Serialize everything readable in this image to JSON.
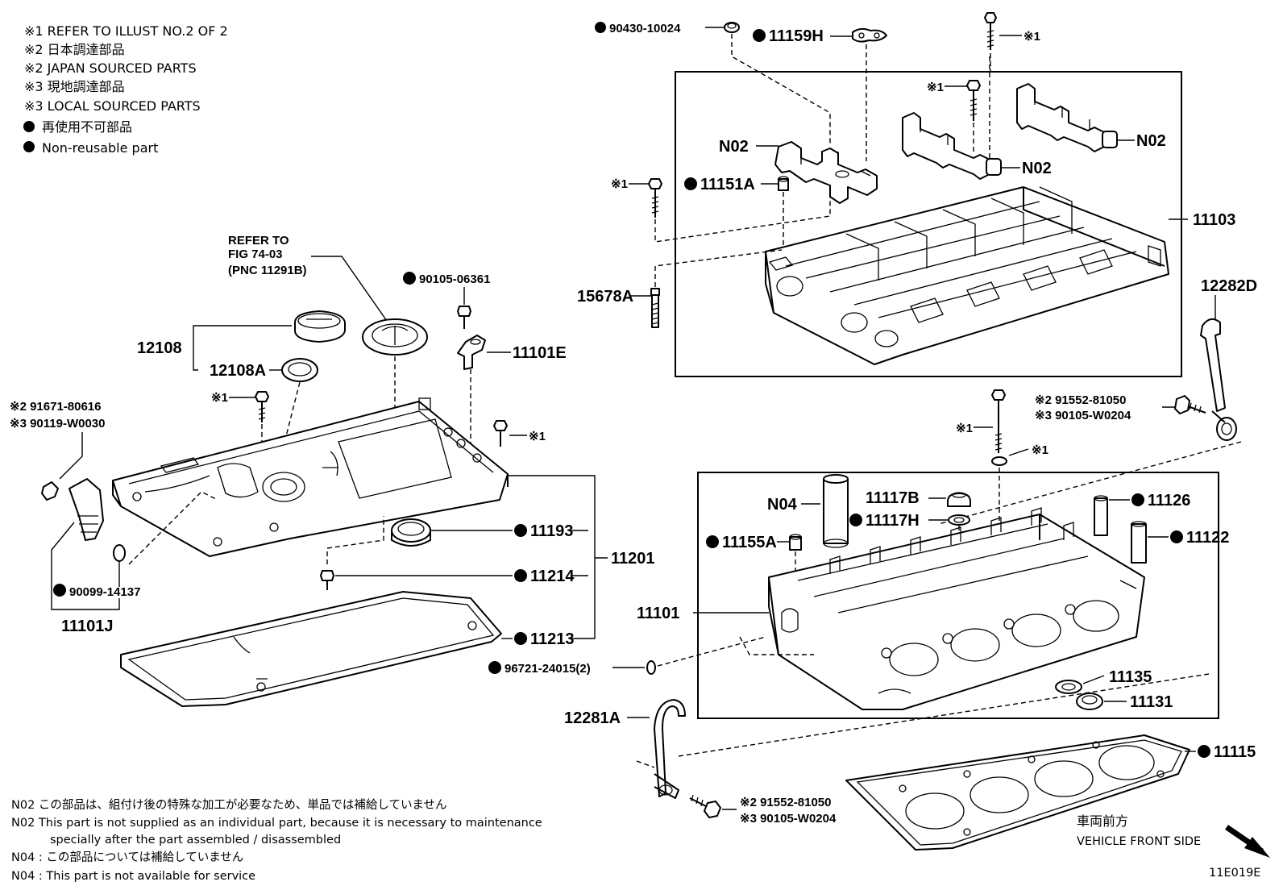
{
  "notes": [
    "※1 REFER TO ILLUST NO.2 OF 2",
    "※2 日本調達部品",
    "※2 JAPAN SOURCED PARTS",
    "※3 現地調達部品",
    "※3 LOCAL SOURCED PARTS",
    "再使用不可部品",
    "Non-reusable part"
  ],
  "refer": [
    "REFER TO",
    "FIG 74-03",
    "(PNC 11291B)"
  ],
  "labels": {
    "p90430": "90430-10024",
    "p11159H": "11159H",
    "n1_top": "※1",
    "n1_a": "※1",
    "p_N02_a": "N02",
    "p_N02_b": "N02",
    "p_N02_c": "N02",
    "n1_b": "※1",
    "p11151A": "11151A",
    "p11103": "11103",
    "p15678A": "15678A",
    "p12282D": "12282D",
    "p90105_06361": "90105-06361",
    "p12108": "12108",
    "p12108A": "12108A",
    "p11101E": "11101E",
    "n1_c": "※1",
    "n1_d": "※1",
    "p91671": "※2 91671-80616",
    "p90119": "※3 90119-W0030",
    "p91552_a": "※2 91552-81050",
    "p90105_a": "※3 90105-W0204",
    "n1_e": "※1",
    "n1_f": "※1",
    "p11193": "11193",
    "p11201": "11201",
    "p11214": "11214",
    "p11213": "11213",
    "p90099": "90099-14137",
    "p11101J": "11101J",
    "pN04": "N04",
    "p11117B": "11117B",
    "p11117H": "11117H",
    "p11126": "11126",
    "p11122": "11122",
    "p11155A": "11155A",
    "p11101": "11101",
    "p96721": "96721-24015(2)",
    "p11135": "11135",
    "p11131": "11131",
    "p12281A": "12281A",
    "p11115": "11115",
    "p91552_b": "※2 91552-81050",
    "p90105_b": "※3 90105-W0204",
    "front_jp": "車両前方",
    "front_en": "VEHICLE FRONT SIDE",
    "code": "11E019E"
  },
  "footnotes": [
    "N02  この部品は、組付け後の特殊な加工が必要なため、単品では補給していません",
    "N02  This part is not supplied as an individual part, because it is necessary to maintenance",
    "specially after the part assembled / disassembled",
    "N04 : この部品については補給していません",
    "N04 : This part is not available for service"
  ]
}
